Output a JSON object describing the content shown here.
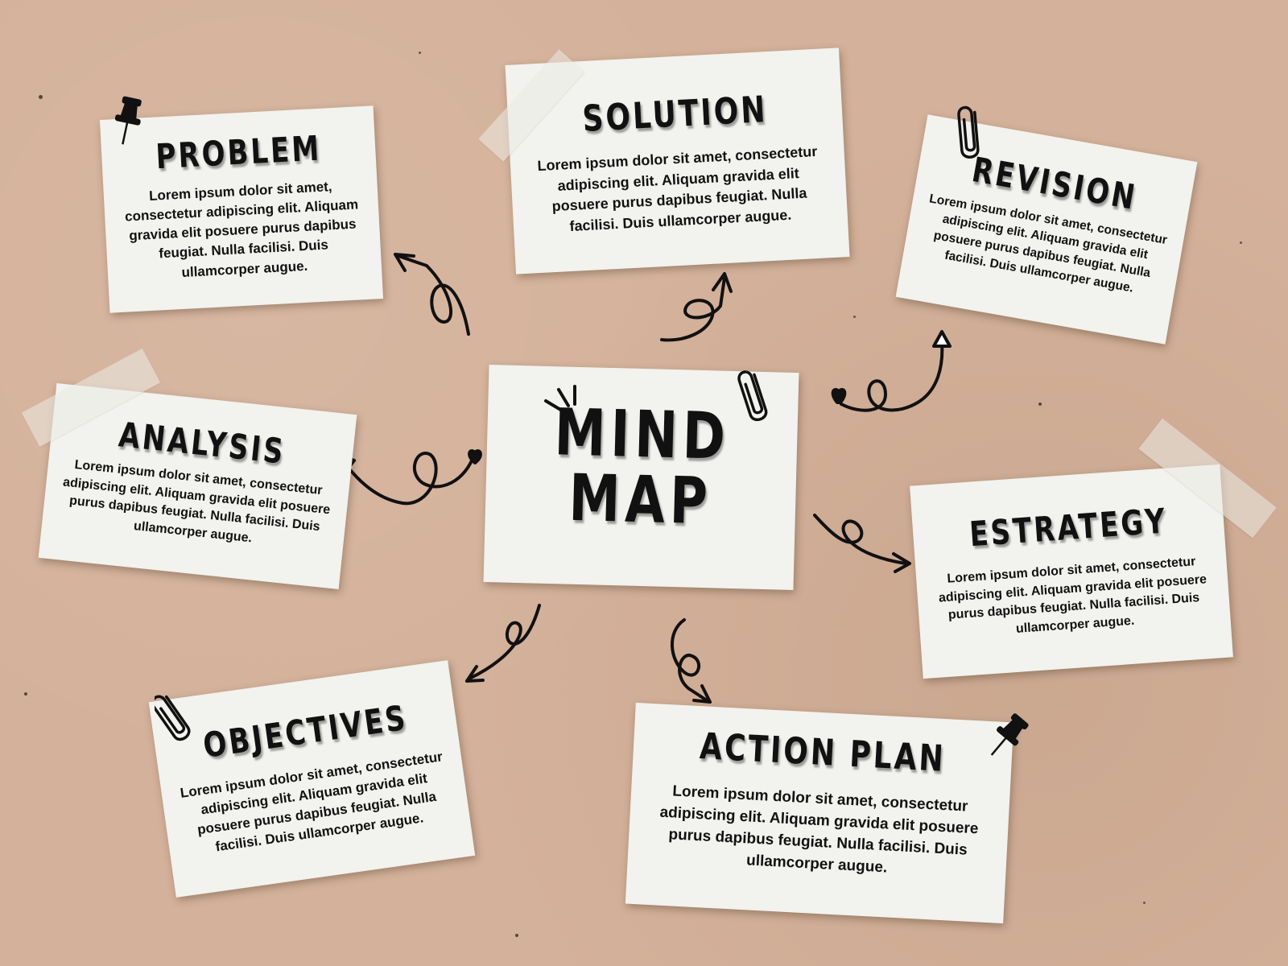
{
  "center": {
    "line1": "MIND",
    "line2": "MAP"
  },
  "nodes": {
    "problem": {
      "title": "PROBLEM",
      "body": "Lorem ipsum dolor sit amet, consectetur adipiscing elit. Aliquam gravida elit posuere purus dapibus feugiat. Nulla facilisi. Duis ullamcorper augue."
    },
    "solution": {
      "title": "SOLUTION",
      "body": "Lorem ipsum dolor sit amet, consectetur adipiscing elit. Aliquam gravida elit posuere purus dapibus feugiat. Nulla facilisi. Duis ullamcorper augue."
    },
    "revision": {
      "title": "REVISION",
      "body": "Lorem ipsum dolor sit amet, consectetur adipiscing elit. Aliquam gravida elit posuere purus dapibus feugiat. Nulla facilisi. Duis ullamcorper augue."
    },
    "analysis": {
      "title": "ANALYSIS",
      "body": "Lorem ipsum dolor sit amet, consectetur adipiscing elit. Aliquam gravida elit posuere purus dapibus feugiat. Nulla facilisi. Duis ullamcorper augue."
    },
    "estrategy": {
      "title": "ESTRATEGY",
      "body": "Lorem ipsum dolor sit amet, consectetur adipiscing elit. Aliquam gravida elit posuere purus dapibus feugiat. Nulla facilisi. Duis ullamcorper augue."
    },
    "objectives": {
      "title": "OBJECTIVES",
      "body": "Lorem ipsum dolor sit amet, consectetur adipiscing elit. Aliquam gravida elit posuere purus dapibus feugiat. Nulla facilisi. Duis ullamcorper augue."
    },
    "actionplan": {
      "title": "ACTION PLAN",
      "body": "Lorem ipsum dolor sit amet, consectetur adipiscing elit. Aliquam gravida elit posuere purus dapibus feugiat. Nulla facilisi. Duis ullamcorper augue."
    }
  },
  "colors": {
    "board": "#d4b19a",
    "paper": "#f2f2ee",
    "ink": "#111111",
    "tape": "#ebebe4"
  },
  "icons": [
    "pushpin-icon",
    "paperclip-icon",
    "tape-strip",
    "curly-arrow-icon",
    "heart-icon"
  ]
}
